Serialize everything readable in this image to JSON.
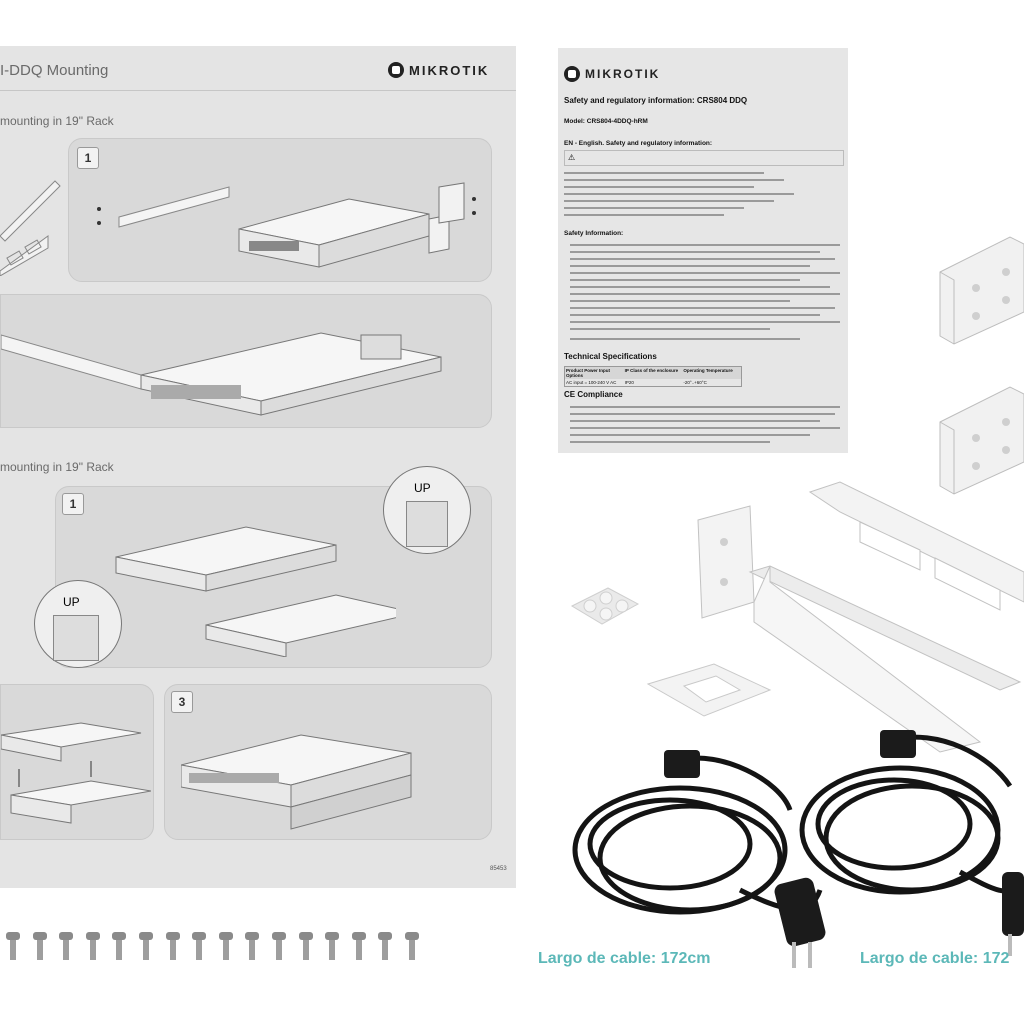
{
  "manual": {
    "title_fragment": "I-DDQ Mounting",
    "brand": "MIKROTIK",
    "section_a": "mounting in 19\" Rack",
    "section_b": "mounting in 19\" Rack",
    "steps": [
      "1",
      "1",
      "3"
    ],
    "up_labels": [
      "UP",
      "UP"
    ],
    "code": "85453"
  },
  "safety_doc": {
    "brand": "MIKROTIK",
    "title": "Safety and regulatory information: CRS804 DDQ",
    "model": "Model: CRS804-4DDQ-hRM",
    "lang_heading": "EN - English. Safety and regulatory information:",
    "safety_heading": "Safety Information:",
    "tech_heading": "Technical Specifications",
    "table_headers": [
      "Product Power Input Options",
      "IP Class of the enclosure",
      "Operating Temperature"
    ],
    "table_row": [
      "AC input = 100-240 V AC",
      "IP20",
      "-20°..+60°C"
    ],
    "ce_heading": "CE Compliance"
  },
  "captions": {
    "left": "Largo de cable: 172cm",
    "right": "Largo de cable: 172"
  },
  "colors": {
    "caption": "#5cb8b8",
    "paper": "#e4e4e4",
    "bracket": "#f1f1f1",
    "cable": "#111111"
  },
  "icons": [
    "mikrotik-logo-icon",
    "warning-icon",
    "screw-icon",
    "power-cable-icon",
    "rack-bracket-icon"
  ]
}
